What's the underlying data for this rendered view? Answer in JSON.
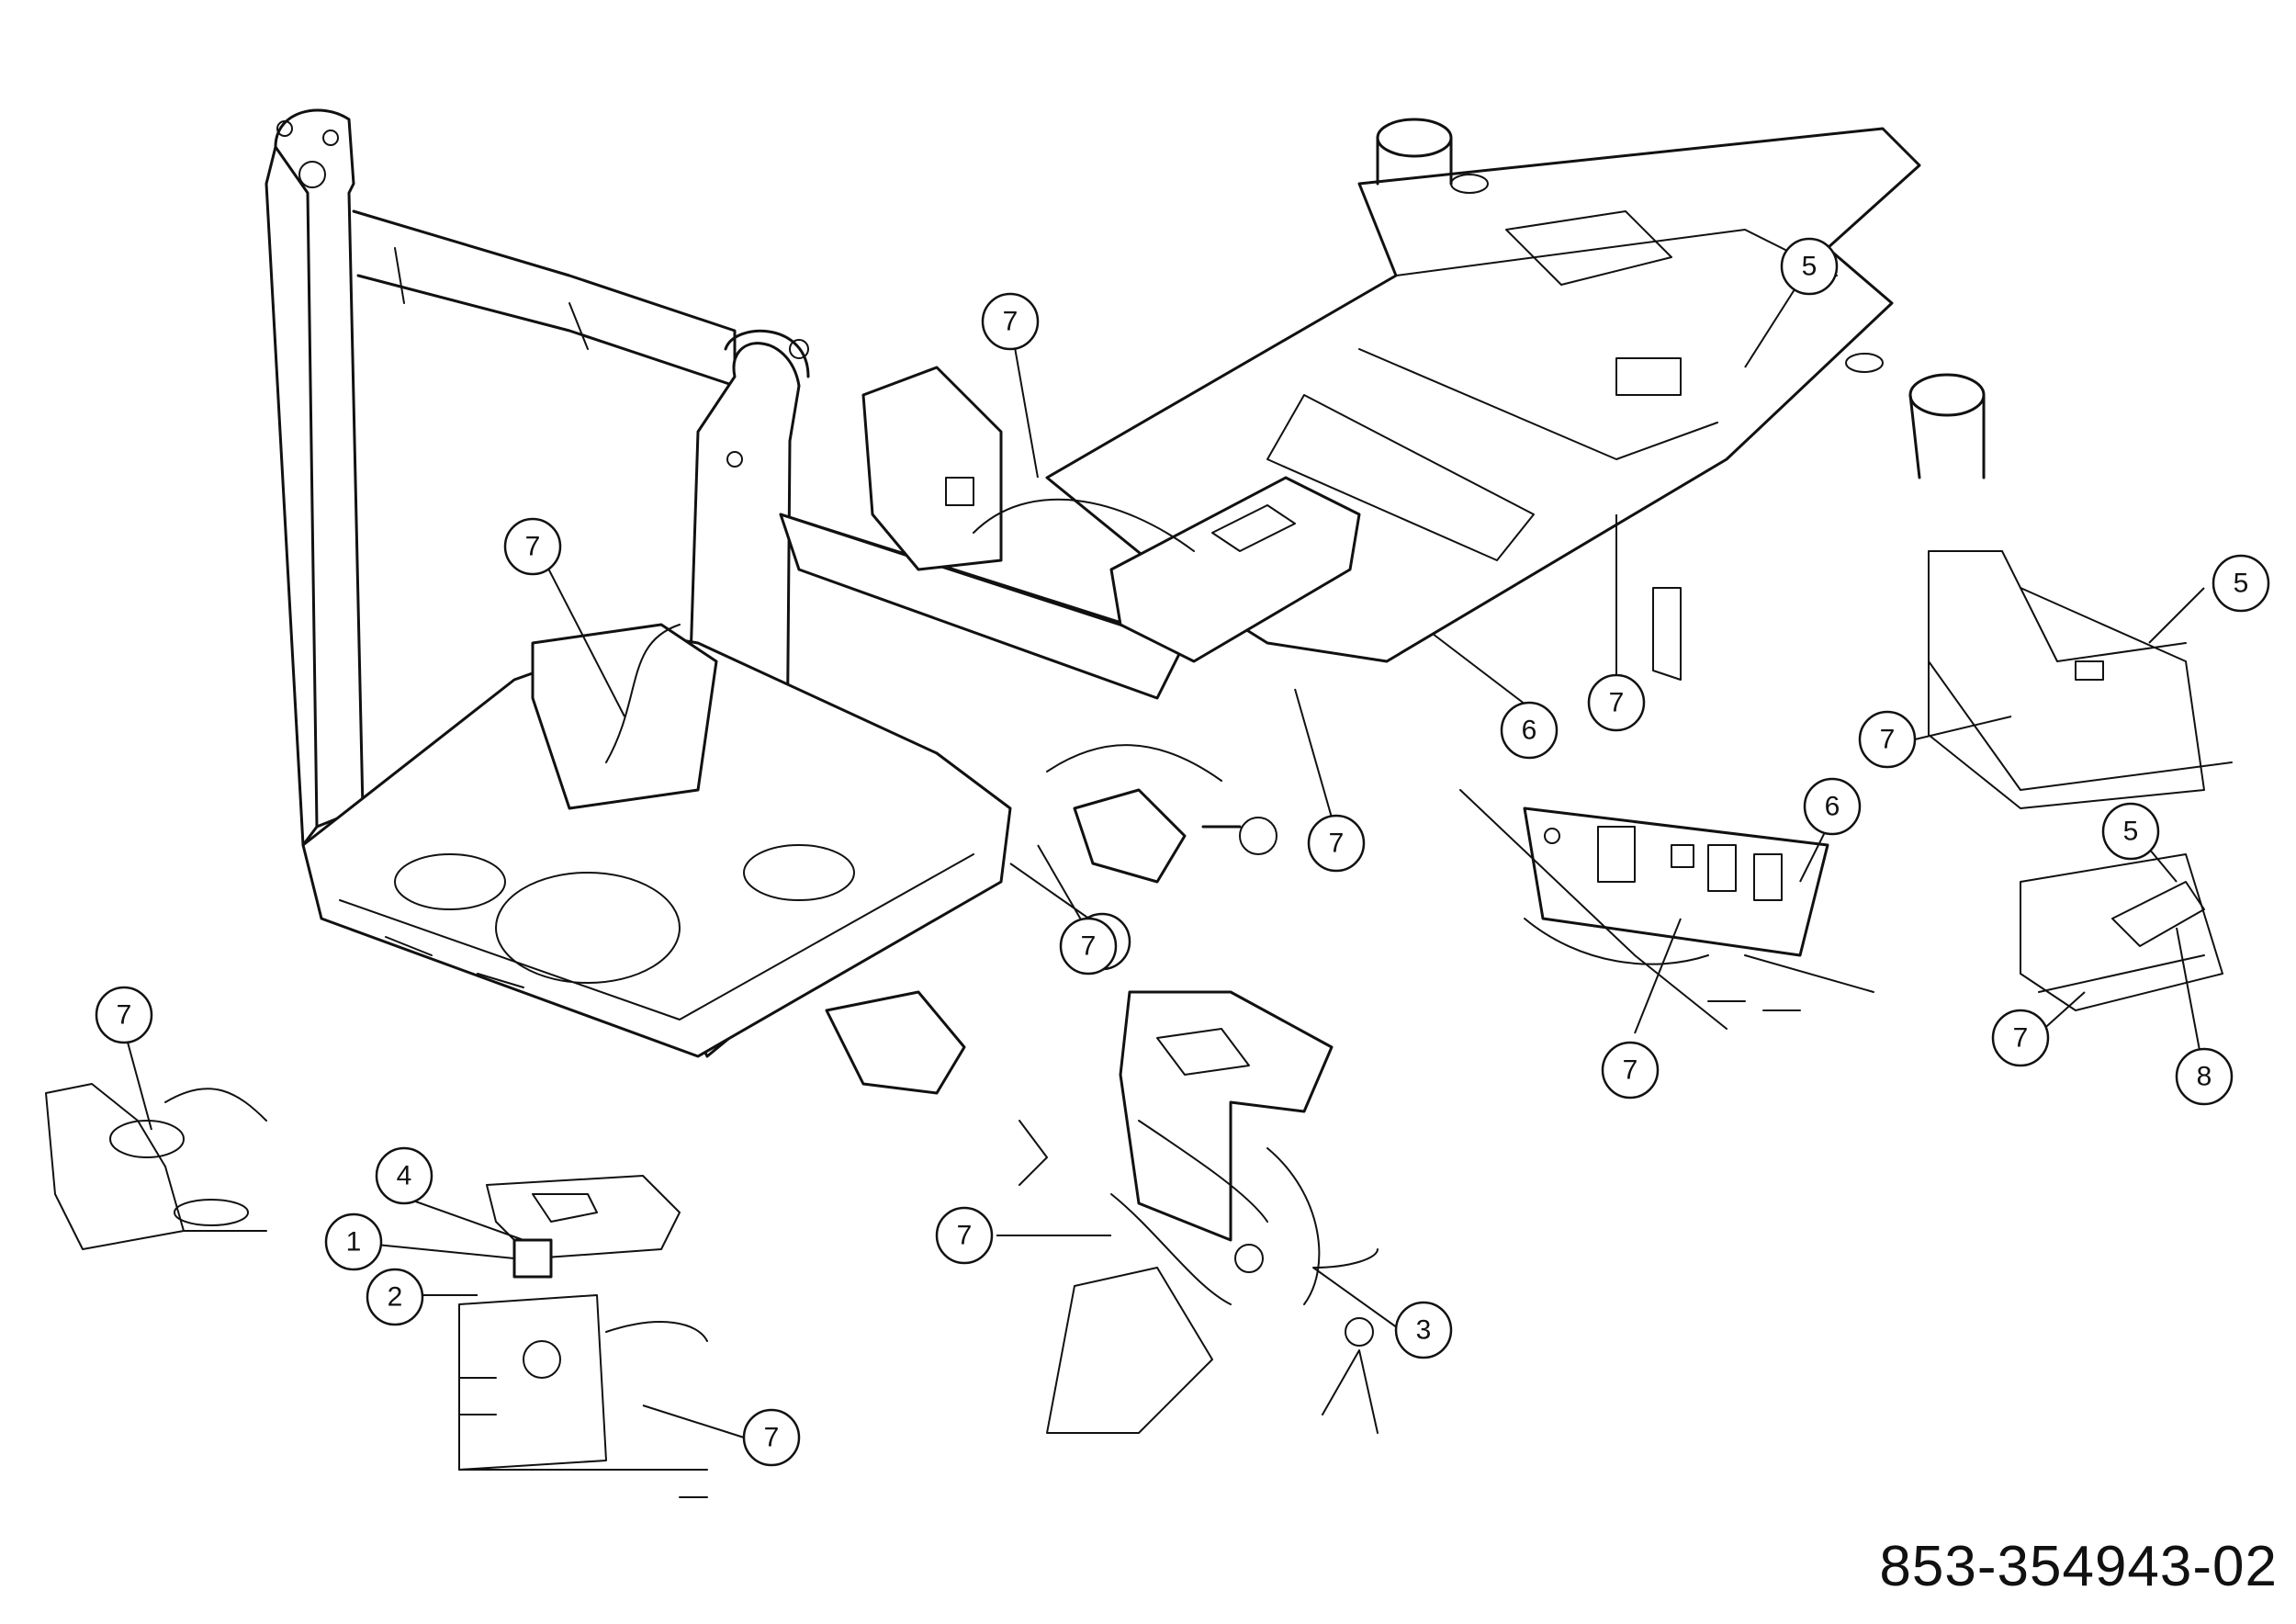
{
  "part_number": "853-354943-02",
  "callouts": [
    {
      "id": "c7a",
      "label": "7"
    },
    {
      "id": "c5a",
      "label": "5"
    },
    {
      "id": "c7b",
      "label": "7"
    },
    {
      "id": "c6a",
      "label": "6"
    },
    {
      "id": "c7c",
      "label": "7"
    },
    {
      "id": "c7d",
      "label": "7"
    },
    {
      "id": "c7e",
      "label": "7"
    },
    {
      "id": "c5b",
      "label": "5"
    },
    {
      "id": "c7f",
      "label": "7"
    },
    {
      "id": "c6b",
      "label": "6"
    },
    {
      "id": "c5c",
      "label": "5"
    },
    {
      "id": "c7g",
      "label": "7"
    },
    {
      "id": "c8",
      "label": "8"
    },
    {
      "id": "c7h",
      "label": "7"
    },
    {
      "id": "c7i",
      "label": "7"
    },
    {
      "id": "c4",
      "label": "4"
    },
    {
      "id": "c1",
      "label": "1"
    },
    {
      "id": "c2",
      "label": "2"
    },
    {
      "id": "c7j",
      "label": "7"
    },
    {
      "id": "c7k",
      "label": "7"
    },
    {
      "id": "c3",
      "label": "3"
    },
    {
      "id": "c7l",
      "label": "7"
    }
  ]
}
